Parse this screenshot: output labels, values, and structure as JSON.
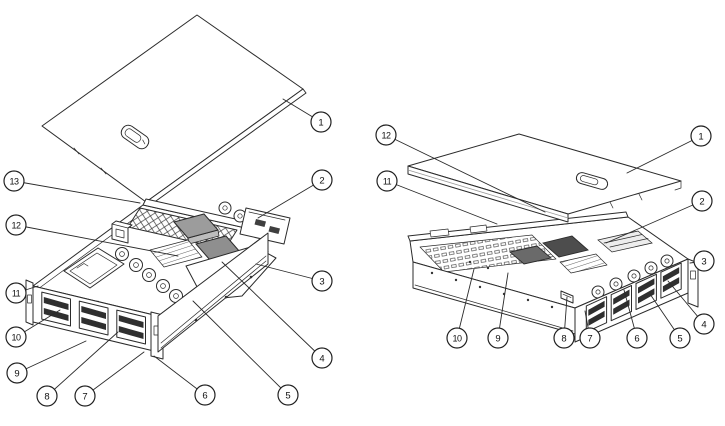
{
  "figure": {
    "background_color": "#ffffff",
    "line_color": "#2b2b2b",
    "heatsink_color_light": "#9c9c9c",
    "heatsink_color_dark": "#4d4d4d",
    "left_diagram": {
      "callouts": [
        "1",
        "2",
        "3",
        "4",
        "5",
        "6",
        "7",
        "8",
        "9",
        "10",
        "11",
        "12",
        "13"
      ]
    },
    "right_diagram": {
      "callouts": [
        "1",
        "2",
        "3",
        "4",
        "5",
        "6",
        "7",
        "8",
        "9",
        "10",
        "11",
        "12"
      ]
    }
  }
}
